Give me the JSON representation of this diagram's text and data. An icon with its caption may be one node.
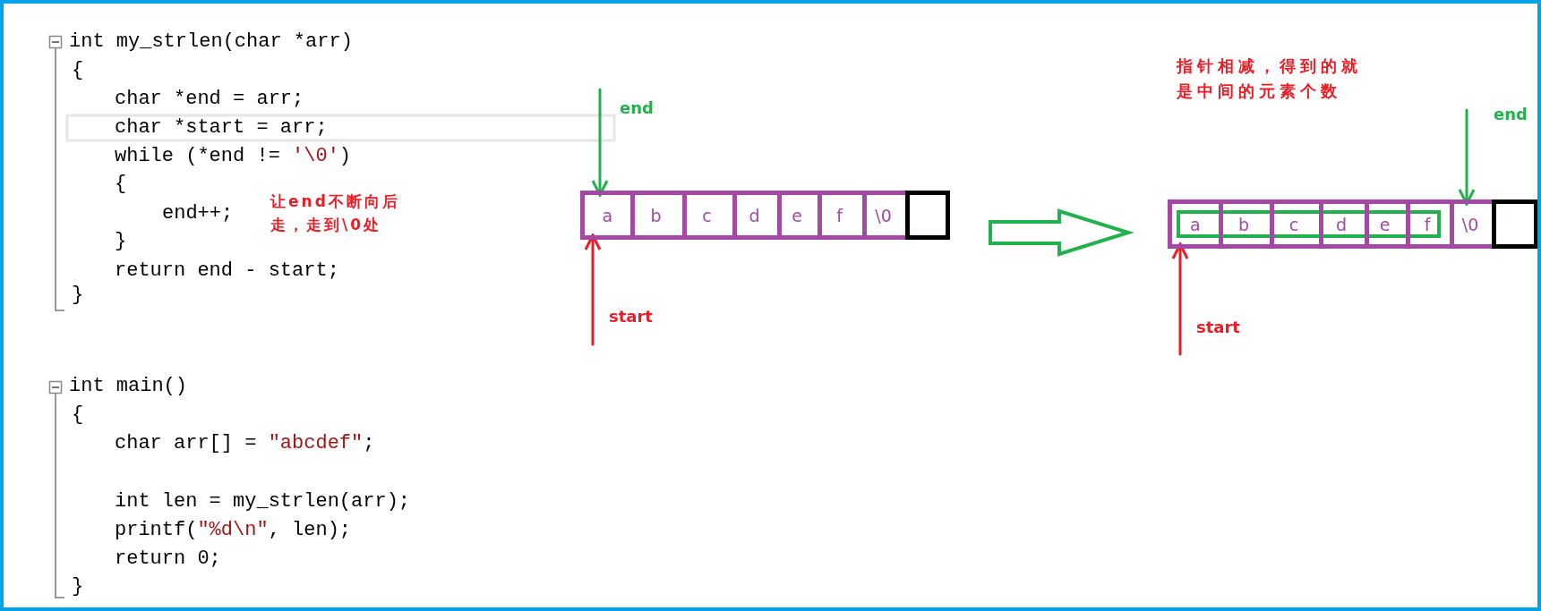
{
  "diagram": {
    "nodes": [
      {
        "text": [],
        "shape": "box"
      },
      {
        "text": [
          "a"
        ],
        "in": 0
      },
      {
        "text": [
          "b"
        ],
        "in": 0
      },
      {
        "text": [
          "c"
        ],
        "in": 0
      },
      {
        "text": [
          "d"
        ],
        "in": 0
      },
      {
        "text": [
          "e"
        ],
        "in": 0
      },
      {
        "text": [
          "f"
        ],
        "in": 0
      },
      {
        "text": [
          "\\0"
        ],
        "in": 0
      },
      {
        "text": [],
        "shape": "box",
        "in": 0
      },
      {
        "text": [],
        "shape": "box"
      },
      {
        "text": [
          "a"
        ],
        "in": 9
      },
      {
        "text": [
          "b"
        ],
        "in": 9
      },
      {
        "text": [
          "c"
        ],
        "in": 9
      },
      {
        "text": [
          "d"
        ],
        "in": 9
      },
      {
        "text": [
          "e"
        ],
        "in": 9
      },
      {
        "text": [
          "f"
        ],
        "in": 9
      },
      {
        "text": [
          "\\0"
        ],
        "in": 9
      },
      {
        "text": [],
        "shape": "box",
        "in": 9
      },
      {
        "text": [],
        "shape": "box",
        "in": 9
      }
    ],
    "edges": [
      {
        "from": null,
        "to": 1,
        "arrow": "to",
        "label": "end",
        "color": "#22b14c"
      },
      {
        "from": null,
        "to": 1,
        "arrow": "to",
        "label": "start",
        "color": "#ed1c24"
      },
      {
        "from": 0,
        "to": 9,
        "arrow": "to",
        "style": "thick",
        "color": "#22b14c"
      },
      {
        "from": null,
        "to": 16,
        "arrow": "to",
        "label": "end",
        "color": "#22b14c"
      },
      {
        "from": null,
        "to": 10,
        "arrow": "to",
        "label": "start",
        "color": "#ed1c24"
      }
    ],
    "labels": [
      "int my_strlen(char *arr)",
      "{",
      "char *end = arr;",
      "char *start = arr;",
      "while (*end != '\\0')",
      "{",
      "end++;",
      "}",
      "return end - start;",
      "}",
      "int main()",
      "{",
      "char arr[] = \"abcdef\";",
      "int len = my_strlen(arr);",
      "printf(\"%d\\n\", len);",
      "return 0;",
      "}",
      "让end不断向后走，走到\\0处",
      "指针相减，得到的就是中间的元素个数"
    ]
  }
}
